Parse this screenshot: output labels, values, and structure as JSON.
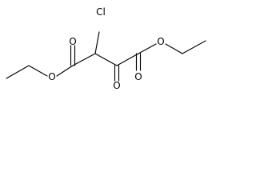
{
  "molecule": {
    "atoms": {
      "chlorine": "Cl",
      "oxygen_left_carbonyl": "O",
      "oxygen_left_ester": "O",
      "oxygen_ketone": "O",
      "oxygen_right_carbonyl": "O",
      "oxygen_right_ester": "O"
    }
  },
  "colors": {
    "bond": "#000000",
    "label": "#000000",
    "background": "#ffffff"
  }
}
